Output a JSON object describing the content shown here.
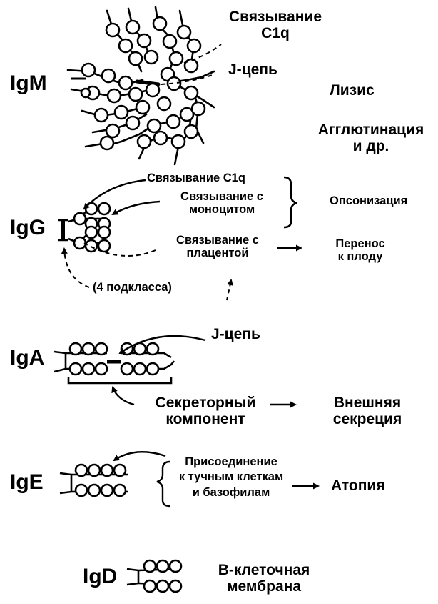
{
  "igm": {
    "label": "IgM",
    "c1q_binding": "Связывание\nC1q",
    "j_chain": "J-цепь",
    "lysis": "Лизис",
    "agglutination": "Агглютинация\nи др."
  },
  "igg": {
    "label": "IgG",
    "c1q_binding": "Связывание C1q",
    "monocyte_binding": "Связывание с\nмоноцитом",
    "opsonization": "Опсонизация",
    "placenta_binding": "Связывание с\nплацентой",
    "fetal_transfer": "Перенос\nк плоду",
    "subclasses": "(4 подкласса)"
  },
  "iga": {
    "label": "IgA",
    "j_chain": "J-цепь",
    "secretory_component": "Секреторный\nкомпонент",
    "external_secretion": "Внешняя\nсекреция"
  },
  "ige": {
    "label": "IgE",
    "attachment": "Присоединение\nк тучным клеткам\nи базофилам",
    "atopy": "Атопия"
  },
  "igd": {
    "label": "IgD",
    "b_cell_membrane": "В-клеточная\nмембрана"
  }
}
